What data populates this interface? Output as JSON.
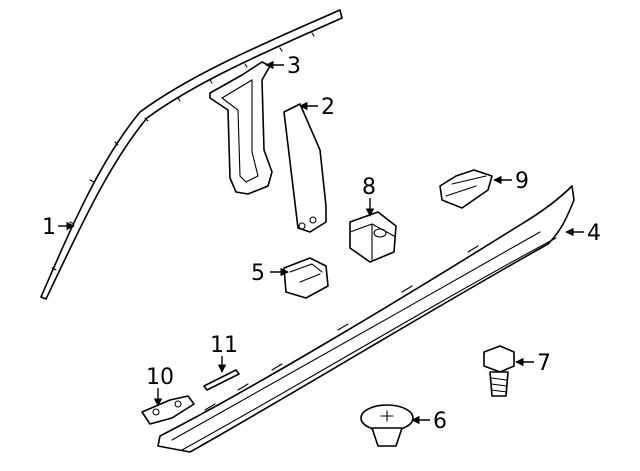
{
  "callouts": [
    {
      "id": "1",
      "label": "1",
      "text": "1"
    },
    {
      "id": "2",
      "label": "2",
      "text": "2"
    },
    {
      "id": "3",
      "label": "3",
      "text": "3"
    },
    {
      "id": "4",
      "label": "4",
      "text": "4"
    },
    {
      "id": "5",
      "label": "5",
      "text": "5"
    },
    {
      "id": "6",
      "label": "6",
      "text": "6"
    },
    {
      "id": "7",
      "label": "7",
      "text": "7"
    },
    {
      "id": "8",
      "label": "8",
      "text": "8"
    },
    {
      "id": "9",
      "label": "9",
      "text": "9"
    },
    {
      "id": "10",
      "label": "10",
      "text": "10"
    },
    {
      "id": "11",
      "label": "11",
      "text": "11"
    }
  ],
  "colors": {
    "line": "#000000",
    "background": "#ffffff"
  }
}
